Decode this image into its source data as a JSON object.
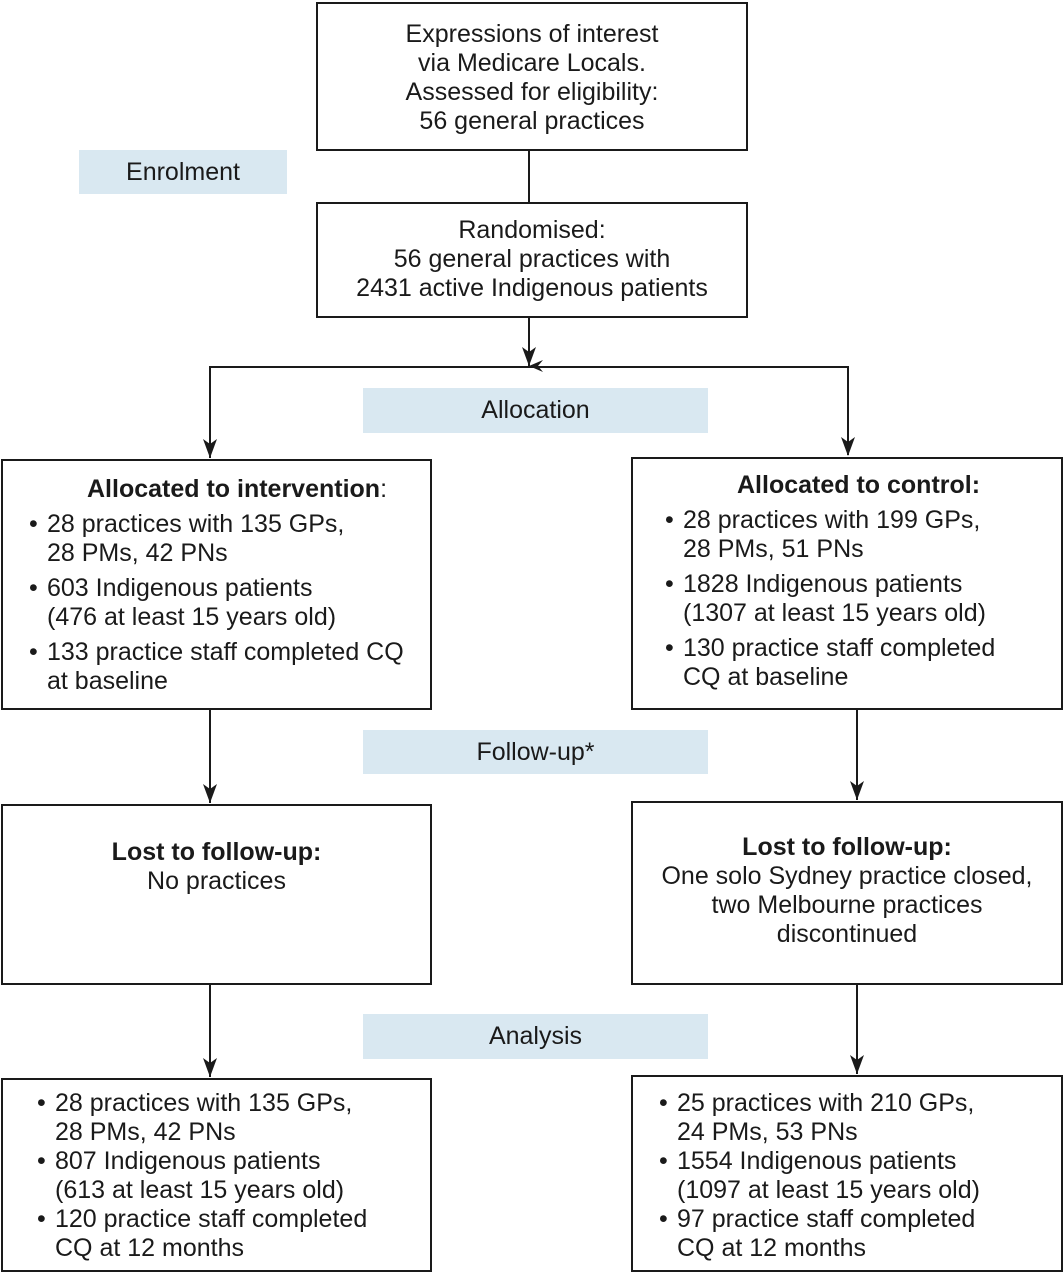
{
  "stages": {
    "enrolment": "Enrolment",
    "allocation": "Allocation",
    "follow_up": "Follow-up*",
    "analysis": "Analysis"
  },
  "eligibility": {
    "lines": [
      "Expressions of interest",
      "via Medicare Locals.",
      "Assessed for eligibility:",
      "56 general practices"
    ]
  },
  "randomised": {
    "lines": [
      "Randomised:",
      "56 general practices with",
      "2431 active Indigenous patients"
    ]
  },
  "intervention": {
    "allocated_title": "Allocated to intervention",
    "allocated_title_suffix": ":",
    "allocated_items": [
      [
        "28 practices with 135 GPs,",
        "28 PMs, 42 PNs"
      ],
      [
        "603 Indigenous patients",
        "(476 at least 15 years old)"
      ],
      [
        "133 practice staff completed CQ",
        "at baseline"
      ]
    ],
    "lost_title": "Lost to follow-up:",
    "lost_lines": [
      "No practices"
    ],
    "analysis_items": [
      [
        "28 practices with 135 GPs,",
        "28 PMs, 42 PNs"
      ],
      [
        "807 Indigenous patients",
        "(613 at least 15 years old)"
      ],
      [
        "120 practice staff completed",
        "CQ at 12 months"
      ]
    ]
  },
  "control": {
    "allocated_title": "Allocated to control:",
    "allocated_items": [
      [
        "28 practices with 199 GPs,",
        "28 PMs, 51 PNs"
      ],
      [
        "1828 Indigenous patients",
        "(1307 at least 15 years old)"
      ],
      [
        "130 practice staff completed",
        "CQ at baseline"
      ]
    ],
    "lost_title": "Lost to follow-up:",
    "lost_lines": [
      "One solo Sydney practice closed,",
      "two Melbourne practices",
      "discontinued"
    ],
    "analysis_items": [
      [
        "25 practices with 210 GPs,",
        "24 PMs, 53 PNs"
      ],
      [
        "1554 Indigenous patients",
        "(1097 at least 15 years old)"
      ],
      [
        "97 practice staff completed",
        "CQ at 12 months"
      ]
    ]
  }
}
